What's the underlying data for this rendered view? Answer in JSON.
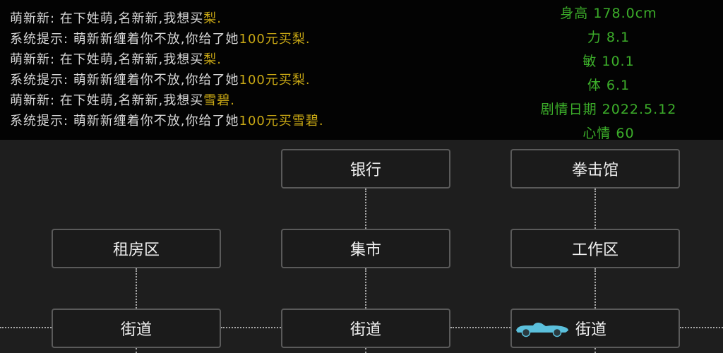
{
  "log": [
    {
      "speaker": "萌新新: 在下姓萌,名新新,我想买",
      "highlight": "梨",
      "end": "."
    },
    {
      "speaker": "系统提示: 萌新新缠着你不放,你给了她",
      "highlight": "100元买梨",
      "end": "."
    },
    {
      "speaker": "萌新新: 在下姓萌,名新新,我想买",
      "highlight": "梨",
      "end": "."
    },
    {
      "speaker": "系统提示: 萌新新缠着你不放,你给了她",
      "highlight": "100元买梨",
      "end": "."
    },
    {
      "speaker": "萌新新: 在下姓萌,名新新,我想买",
      "highlight": "雪碧",
      "end": "."
    },
    {
      "speaker": "系统提示: 萌新新缠着你不放,你给了她",
      "highlight": "100元买雪碧",
      "end": "."
    }
  ],
  "stats": [
    "身高 178.0cm",
    "力 8.1",
    "敏 10.1",
    "体 6.1",
    "剧情日期 2022.5.12",
    "心情 60"
  ],
  "locations": {
    "bank": "银行",
    "boxing": "拳击馆",
    "rent": "租房区",
    "market": "集市",
    "work": "工作区",
    "street1": "街道",
    "street2": "街道",
    "street3": "街道"
  },
  "player_icon": "car-icon",
  "colors": {
    "highlight": "#c9a814",
    "stats": "#3cae2a",
    "car": "#5bc0dc"
  }
}
